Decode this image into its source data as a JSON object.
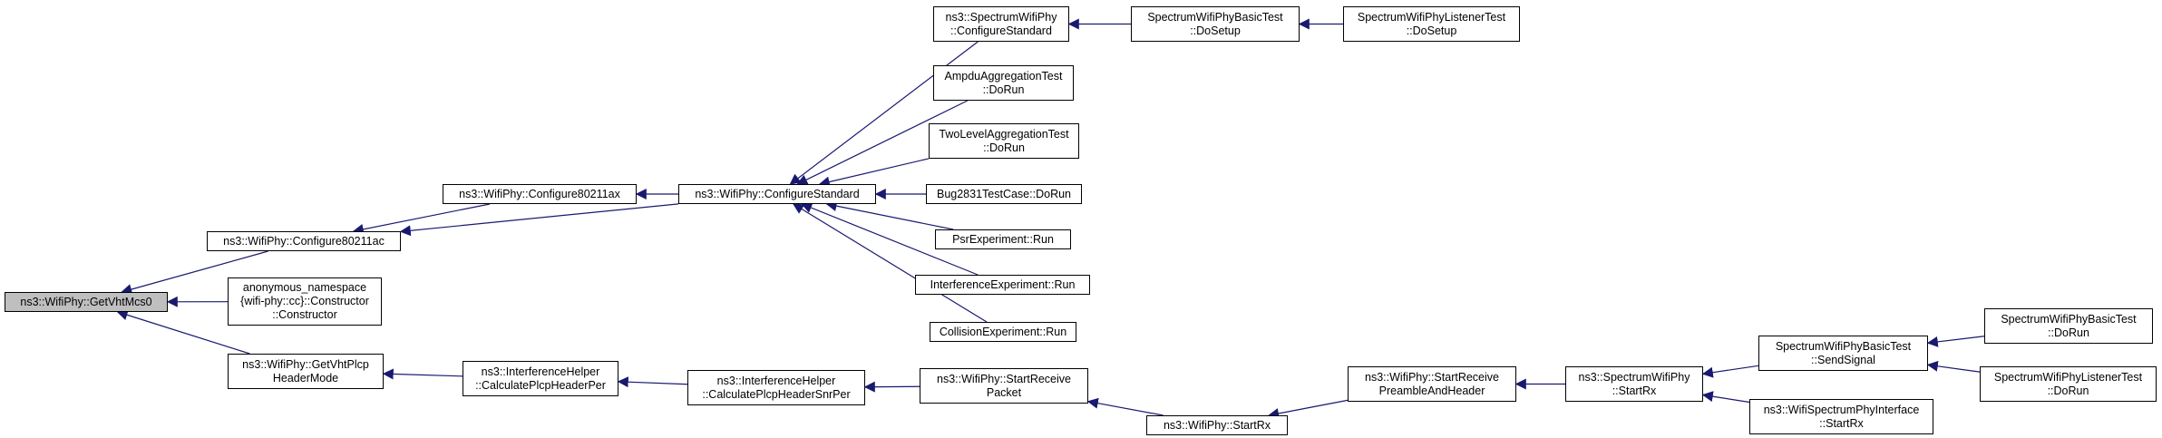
{
  "colors": {
    "edge": "#191970",
    "border": "#000000",
    "focus_fill": "#bfbfbf",
    "node_fill": "#ffffff"
  },
  "nodes": {
    "getvhtmcs0": "ns3::WifiPhy::GetVhtMcs0",
    "configure80211ac": "ns3::WifiPhy::Configure80211ac",
    "anonymous_constructor": "anonymous_namespace\n{wifi-phy::cc}::Constructor\n::Constructor",
    "getvhtplcpheadermode": "ns3::WifiPhy::GetVhtPlcp\nHeaderMode",
    "configure80211ax": "ns3::WifiPhy::Configure80211ax",
    "calculateplcpheaderper": "ns3::InterferenceHelper\n::CalculatePlcpHeaderPer",
    "configurestandard": "ns3::WifiPhy::ConfigureStandard",
    "calculateplcpheadersnrper": "ns3::InterferenceHelper\n::CalculatePlcpHeaderSnrPer",
    "spectrum_configurestandard": "ns3::SpectrumWifiPhy\n::ConfigureStandard",
    "ampdu_dorun": "AmpduAggregationTest\n::DoRun",
    "twolevel_dorun": "TwoLevelAggregationTest\n::DoRun",
    "bug2831_dorun": "Bug2831TestCase::DoRun",
    "psr_run": "PsrExperiment::Run",
    "interference_run": "InterferenceExperiment::Run",
    "collision_run": "CollisionExperiment::Run",
    "startreceivepacket": "ns3::WifiPhy::StartReceive\nPacket",
    "spectrumbasic_dosetup": "SpectrumWifiPhyBasicTest\n::DoSetup",
    "wifiphy_startrx": "ns3::WifiPhy::StartRx",
    "spectrumlistener_dosetup": "SpectrumWifiPhyListenerTest\n::DoSetup",
    "startreceivepreamble": "ns3::WifiPhy::StartReceive\nPreambleAndHeader",
    "spectrum_startrx": "ns3::SpectrumWifiPhy\n::StartRx",
    "sendsignal": "SpectrumWifiPhyBasicTest\n::SendSignal",
    "interface_startrx": "ns3::WifiSpectrumPhyInterface\n::StartRx",
    "spectrumbasic_dorun": "SpectrumWifiPhyBasicTest\n::DoRun",
    "spectrumlistener_dorun": "SpectrumWifiPhyListenerTest\n::DoRun"
  },
  "edges": [
    {
      "from": "configure80211ac",
      "to": "getvhtmcs0"
    },
    {
      "from": "anonymous_constructor",
      "to": "getvhtmcs0"
    },
    {
      "from": "getvhtplcpheadermode",
      "to": "getvhtmcs0"
    },
    {
      "from": "configure80211ax",
      "to": "configure80211ac"
    },
    {
      "from": "configurestandard",
      "to": "configure80211ac"
    },
    {
      "from": "configurestandard",
      "to": "configure80211ax"
    },
    {
      "from": "calculateplcpheaderper",
      "to": "getvhtplcpheadermode"
    },
    {
      "from": "calculateplcpheadersnrper",
      "to": "calculateplcpheaderper"
    },
    {
      "from": "spectrum_configurestandard",
      "to": "configurestandard"
    },
    {
      "from": "ampdu_dorun",
      "to": "configurestandard"
    },
    {
      "from": "twolevel_dorun",
      "to": "configurestandard"
    },
    {
      "from": "bug2831_dorun",
      "to": "configurestandard"
    },
    {
      "from": "psr_run",
      "to": "configurestandard"
    },
    {
      "from": "interference_run",
      "to": "configurestandard"
    },
    {
      "from": "collision_run",
      "to": "configurestandard"
    },
    {
      "from": "spectrumbasic_dosetup",
      "to": "spectrum_configurestandard"
    },
    {
      "from": "spectrumlistener_dosetup",
      "to": "spectrumbasic_dosetup"
    },
    {
      "from": "startreceivepacket",
      "to": "calculateplcpheadersnrper"
    },
    {
      "from": "wifiphy_startrx",
      "to": "startreceivepacket"
    },
    {
      "from": "startreceivepreamble",
      "to": "wifiphy_startrx"
    },
    {
      "from": "spectrum_startrx",
      "to": "startreceivepreamble"
    },
    {
      "from": "sendsignal",
      "to": "spectrum_startrx"
    },
    {
      "from": "interface_startrx",
      "to": "spectrum_startrx"
    },
    {
      "from": "spectrumbasic_dorun",
      "to": "sendsignal"
    },
    {
      "from": "spectrumlistener_dorun",
      "to": "sendsignal"
    }
  ]
}
